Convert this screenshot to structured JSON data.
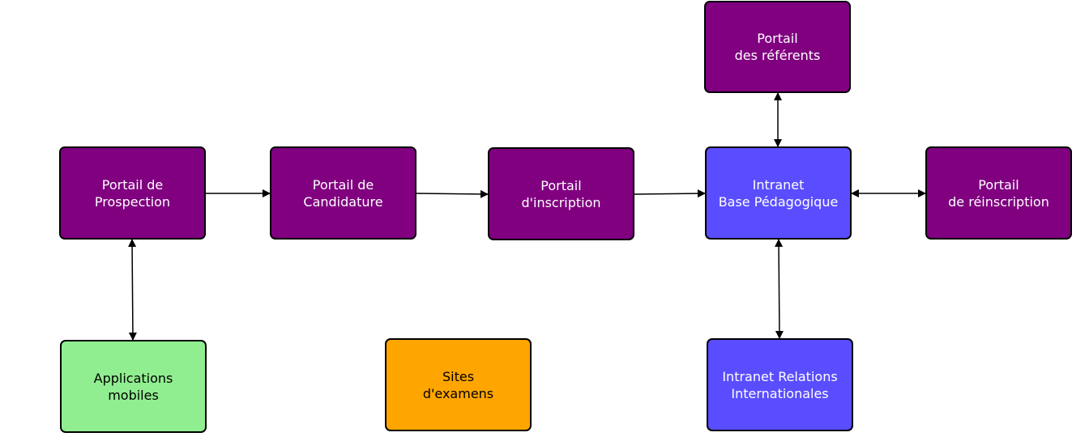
{
  "nodes": {
    "referents": {
      "line1": "Portail",
      "line2": "des référents"
    },
    "prospection": {
      "line1": "Portail de",
      "line2": "Prospection"
    },
    "candidature": {
      "line1": "Portail de",
      "line2": "Candidature"
    },
    "inscription": {
      "line1": "Portail",
      "line2": "d'inscription"
    },
    "intranet": {
      "line1": "Intranet",
      "line2": "Base Pédagogique"
    },
    "reinscription": {
      "line1": "Portail",
      "line2": "de réinscription"
    },
    "mobiles": {
      "line1": "Applications",
      "line2": "mobiles"
    },
    "examens": {
      "line1": "Sites",
      "line2": "d'examens"
    },
    "relations": {
      "line1": "Intranet Relations",
      "line2": "Internationales"
    }
  },
  "colors": {
    "portal": "#800080",
    "intranet": "#5a4dff",
    "mobile": "#90ee90",
    "exams": "#ffa500",
    "edge": "#000000"
  },
  "edges": [
    {
      "from": "prospection",
      "to": "candidature",
      "direction": "forward"
    },
    {
      "from": "candidature",
      "to": "inscription",
      "direction": "forward"
    },
    {
      "from": "inscription",
      "to": "intranet",
      "direction": "forward"
    },
    {
      "from": "intranet",
      "to": "reinscription",
      "direction": "both"
    },
    {
      "from": "intranet",
      "to": "referents",
      "direction": "both"
    },
    {
      "from": "intranet",
      "to": "relations",
      "direction": "both"
    },
    {
      "from": "prospection",
      "to": "mobiles",
      "direction": "both"
    }
  ]
}
